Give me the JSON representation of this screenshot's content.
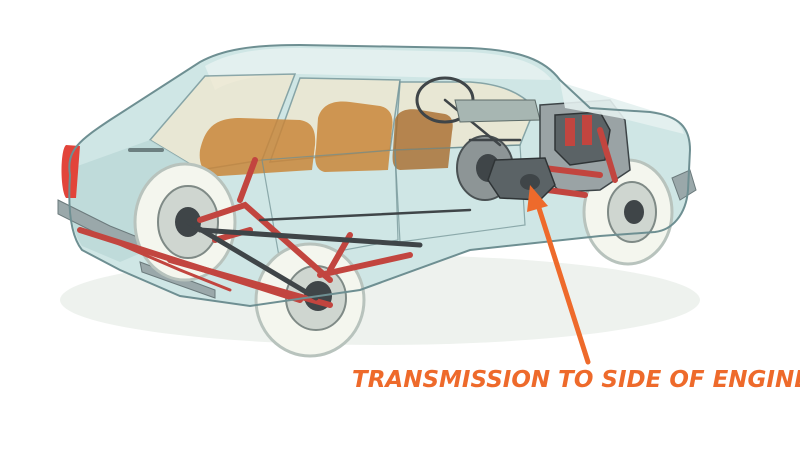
{
  "callout": {
    "text": "TRANSMISSION TO SIDE OF ENGINE"
  },
  "colors": {
    "accent": "#EE6A2B",
    "body_paint": "#CFE6E5",
    "body_outline": "#6E8F92",
    "interior": "#C9863A",
    "suspension": "#C2453F",
    "mechanical": "#3F4548",
    "tire": "#F4F6EE",
    "tail_light": "#E2443A"
  },
  "icons": {
    "car": "car-cutaway-illustration",
    "arrow": "callout-arrow"
  }
}
